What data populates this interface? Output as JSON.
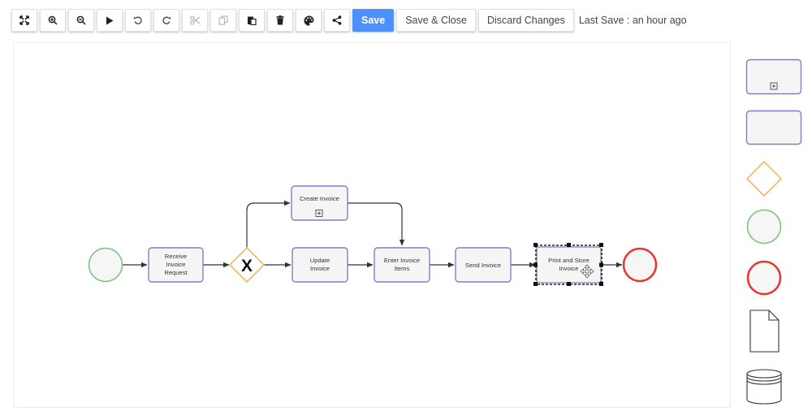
{
  "toolbar": {
    "icons": [
      "fit-screen-icon",
      "zoom-in-icon",
      "zoom-out-icon",
      "play-icon",
      "undo-icon",
      "redo-icon",
      "cut-icon",
      "copy-icon",
      "paste-icon",
      "delete-icon",
      "palette-icon",
      "share-icon"
    ],
    "save_label": "Save",
    "save_close_label": "Save & Close",
    "discard_label": "Discard Changes",
    "last_save": "Last Save : an hour ago"
  },
  "diagram": {
    "gateway_label": "X",
    "tasks": {
      "receive_line1": "Receive",
      "receive_line2": "Invoice",
      "receive_line3": "Request",
      "create_invoice": "Create Invoice",
      "update_line1": "Update",
      "update_line2": "Invoice",
      "enter_line1": "Enter Invoice",
      "enter_line2": "Items",
      "send_invoice": "Send Invoice",
      "print_line1": "Print and Store",
      "print_line2": "Invoice"
    },
    "colors": {
      "task_border": "#7f7fc6",
      "start_event": "#7cc47f",
      "end_event": "#e53935",
      "gateway": "#f5b767",
      "connector": "#333333"
    }
  },
  "palette": {
    "items": [
      "subprocess",
      "task",
      "gateway",
      "start-event",
      "end-event",
      "data-object",
      "data-store"
    ]
  }
}
